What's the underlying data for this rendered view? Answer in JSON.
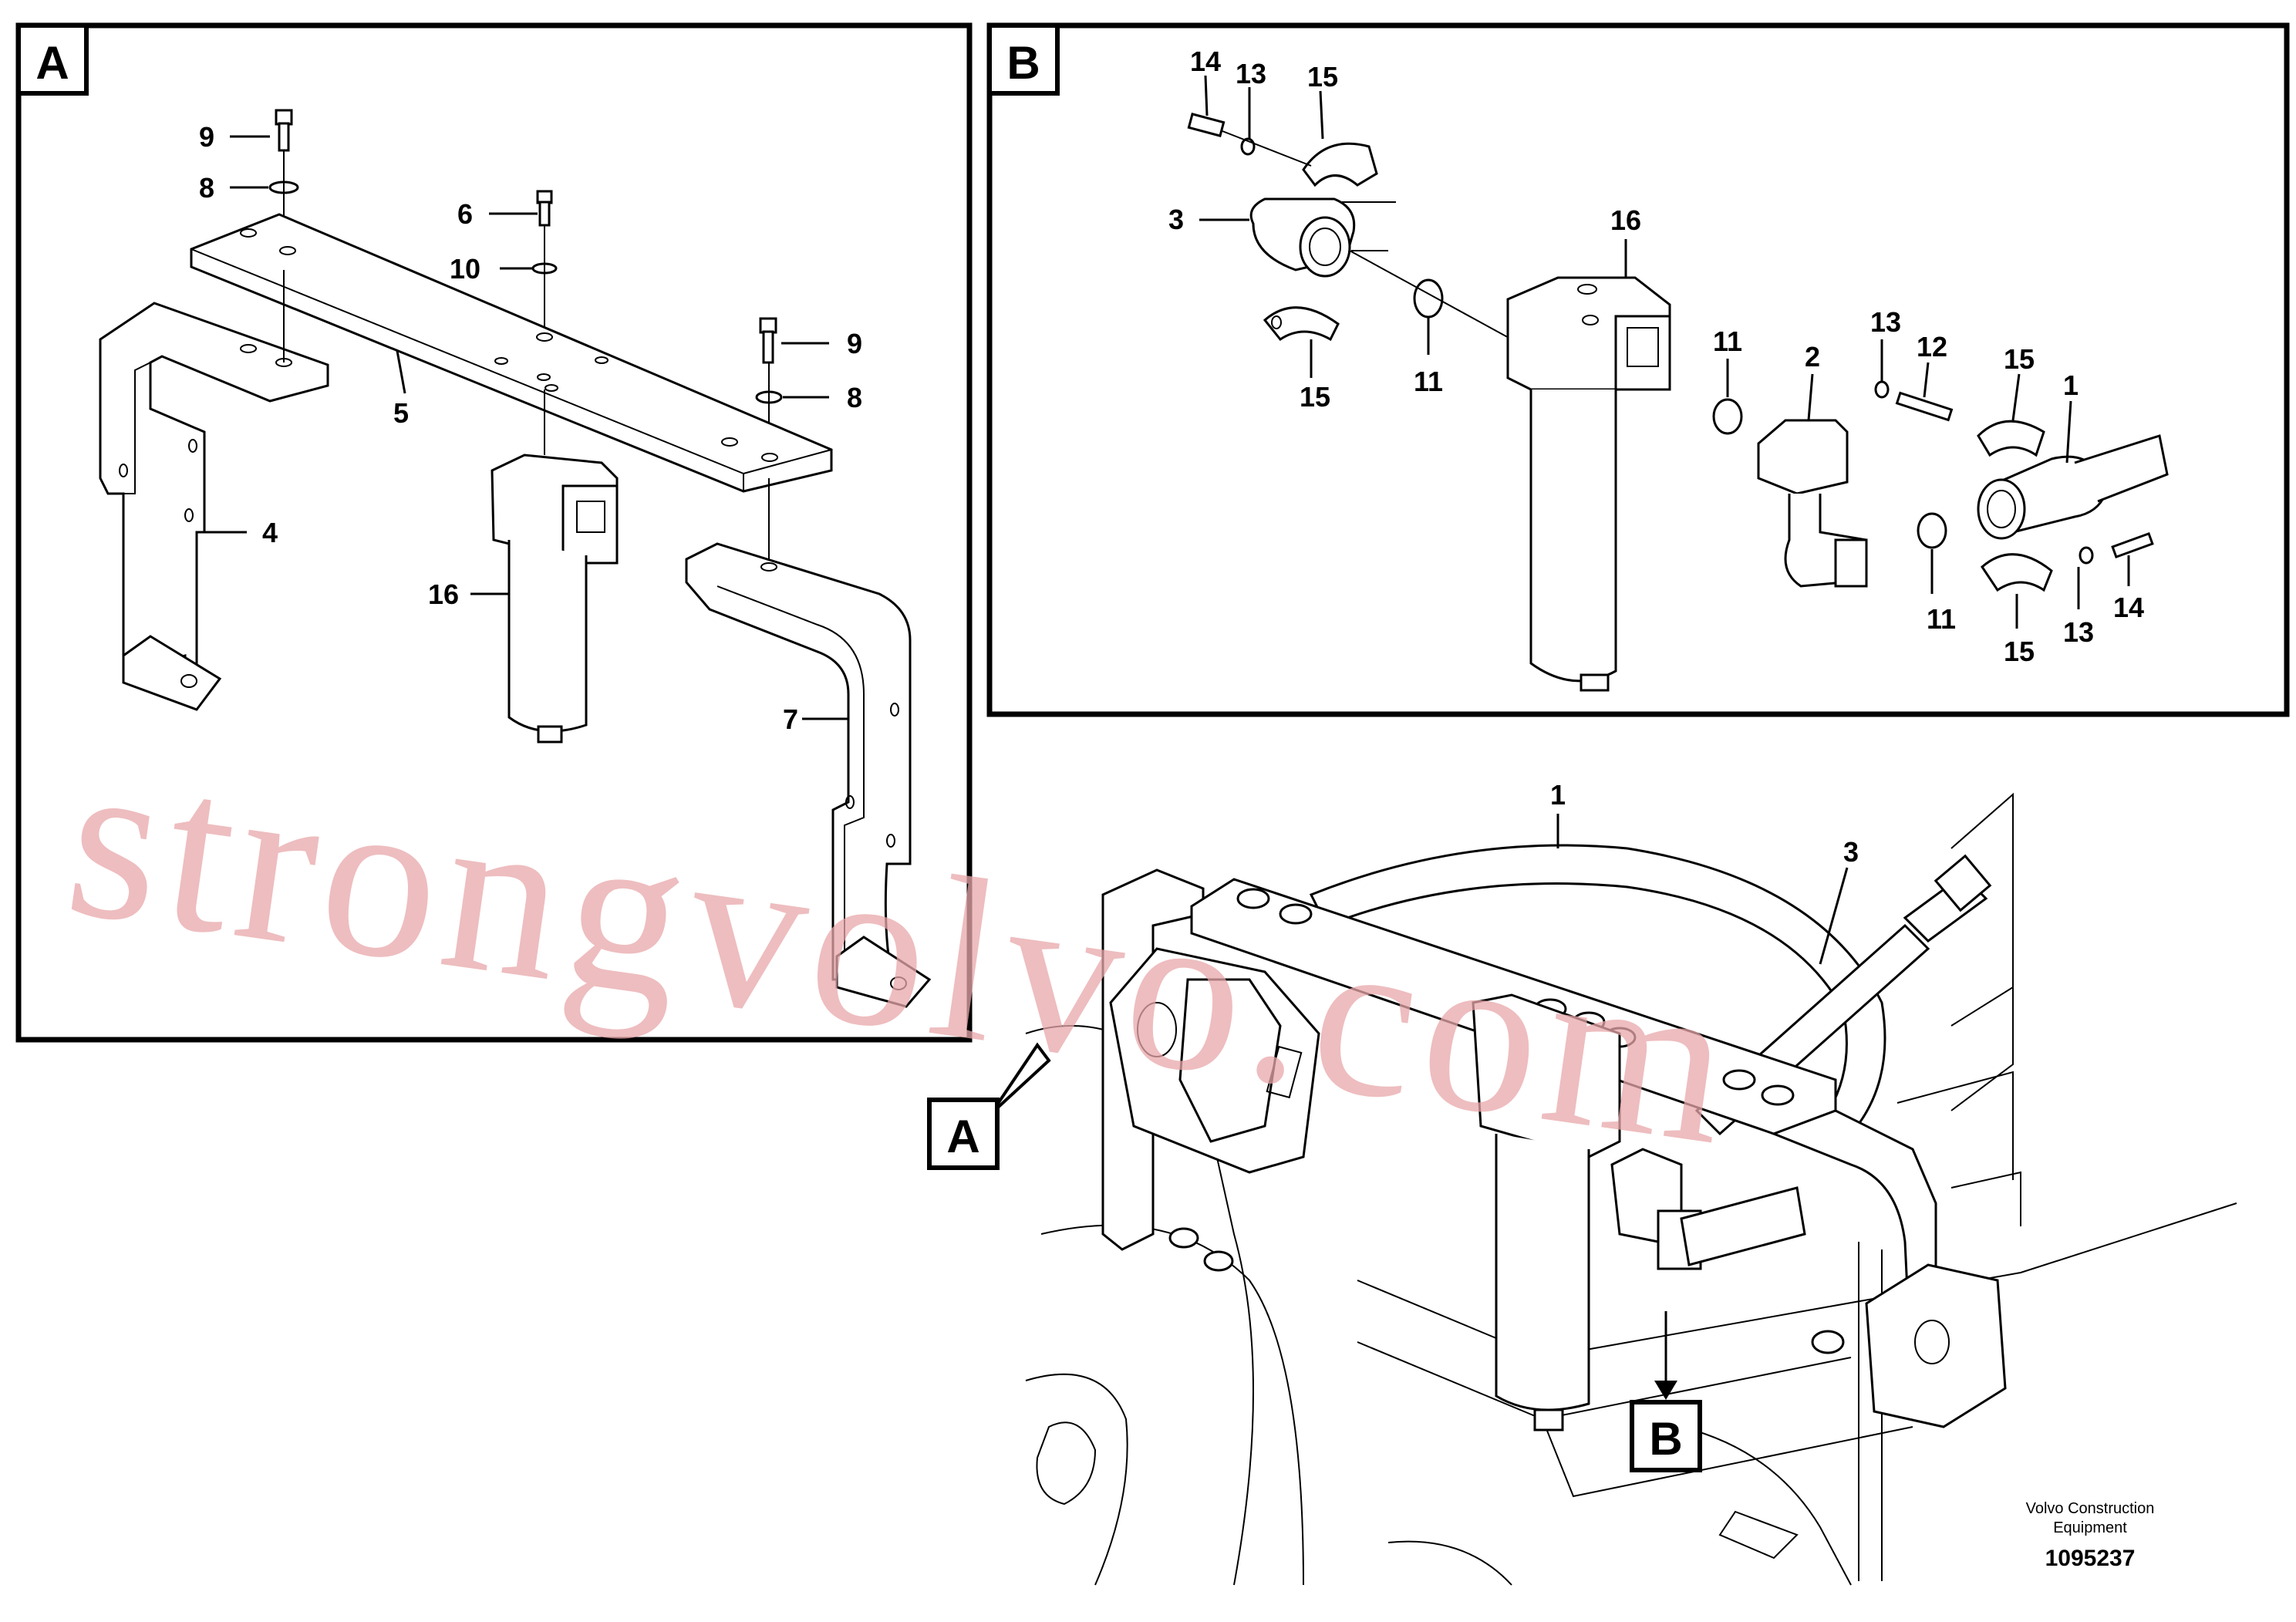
{
  "panel_a": {
    "tag": "A",
    "callouts": {
      "c9a": "9",
      "c8a": "8",
      "c6": "6",
      "c10": "10",
      "c9b": "9",
      "c8b": "8",
      "c5": "5",
      "c4": "4",
      "c16": "16",
      "c7": "7"
    }
  },
  "panel_b": {
    "tag": "B",
    "callouts": {
      "c14a": "14",
      "c13a": "13",
      "c15a": "15",
      "c3": "3",
      "c15b": "15",
      "c11a": "11",
      "c16": "16",
      "c11b": "11",
      "c2": "2",
      "c13b": "13",
      "c12": "12",
      "c15c": "15",
      "c1": "1",
      "c11c": "11",
      "c15d": "15",
      "c13c": "13",
      "c14b": "14"
    }
  },
  "assembly_view": {
    "callouts": {
      "c1": "1",
      "c3": "3"
    },
    "ref_a": "A",
    "ref_b": "B"
  },
  "watermark": "strongvolvo.com",
  "footer": {
    "company_line1": "Volvo Construction",
    "company_line2": "Equipment",
    "drawing_number": "1095237"
  }
}
